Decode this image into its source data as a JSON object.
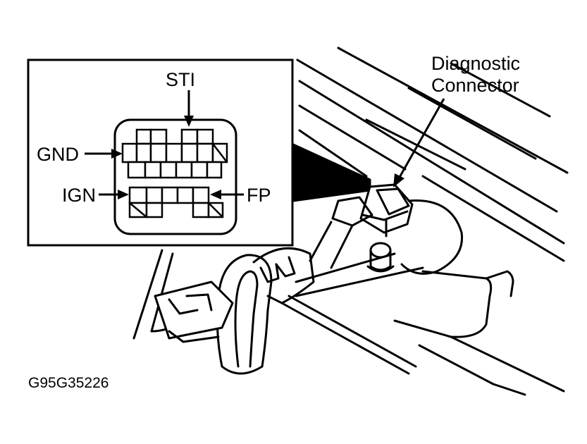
{
  "labels": {
    "sti": "STI",
    "gnd": "GND",
    "ign": "IGN",
    "fp": "FP",
    "callout_line1": "Diagnostic",
    "callout_line2": "Connector",
    "figure_code": "G95G35226"
  },
  "colors": {
    "ink": "#000000",
    "paper": "#ffffff"
  }
}
